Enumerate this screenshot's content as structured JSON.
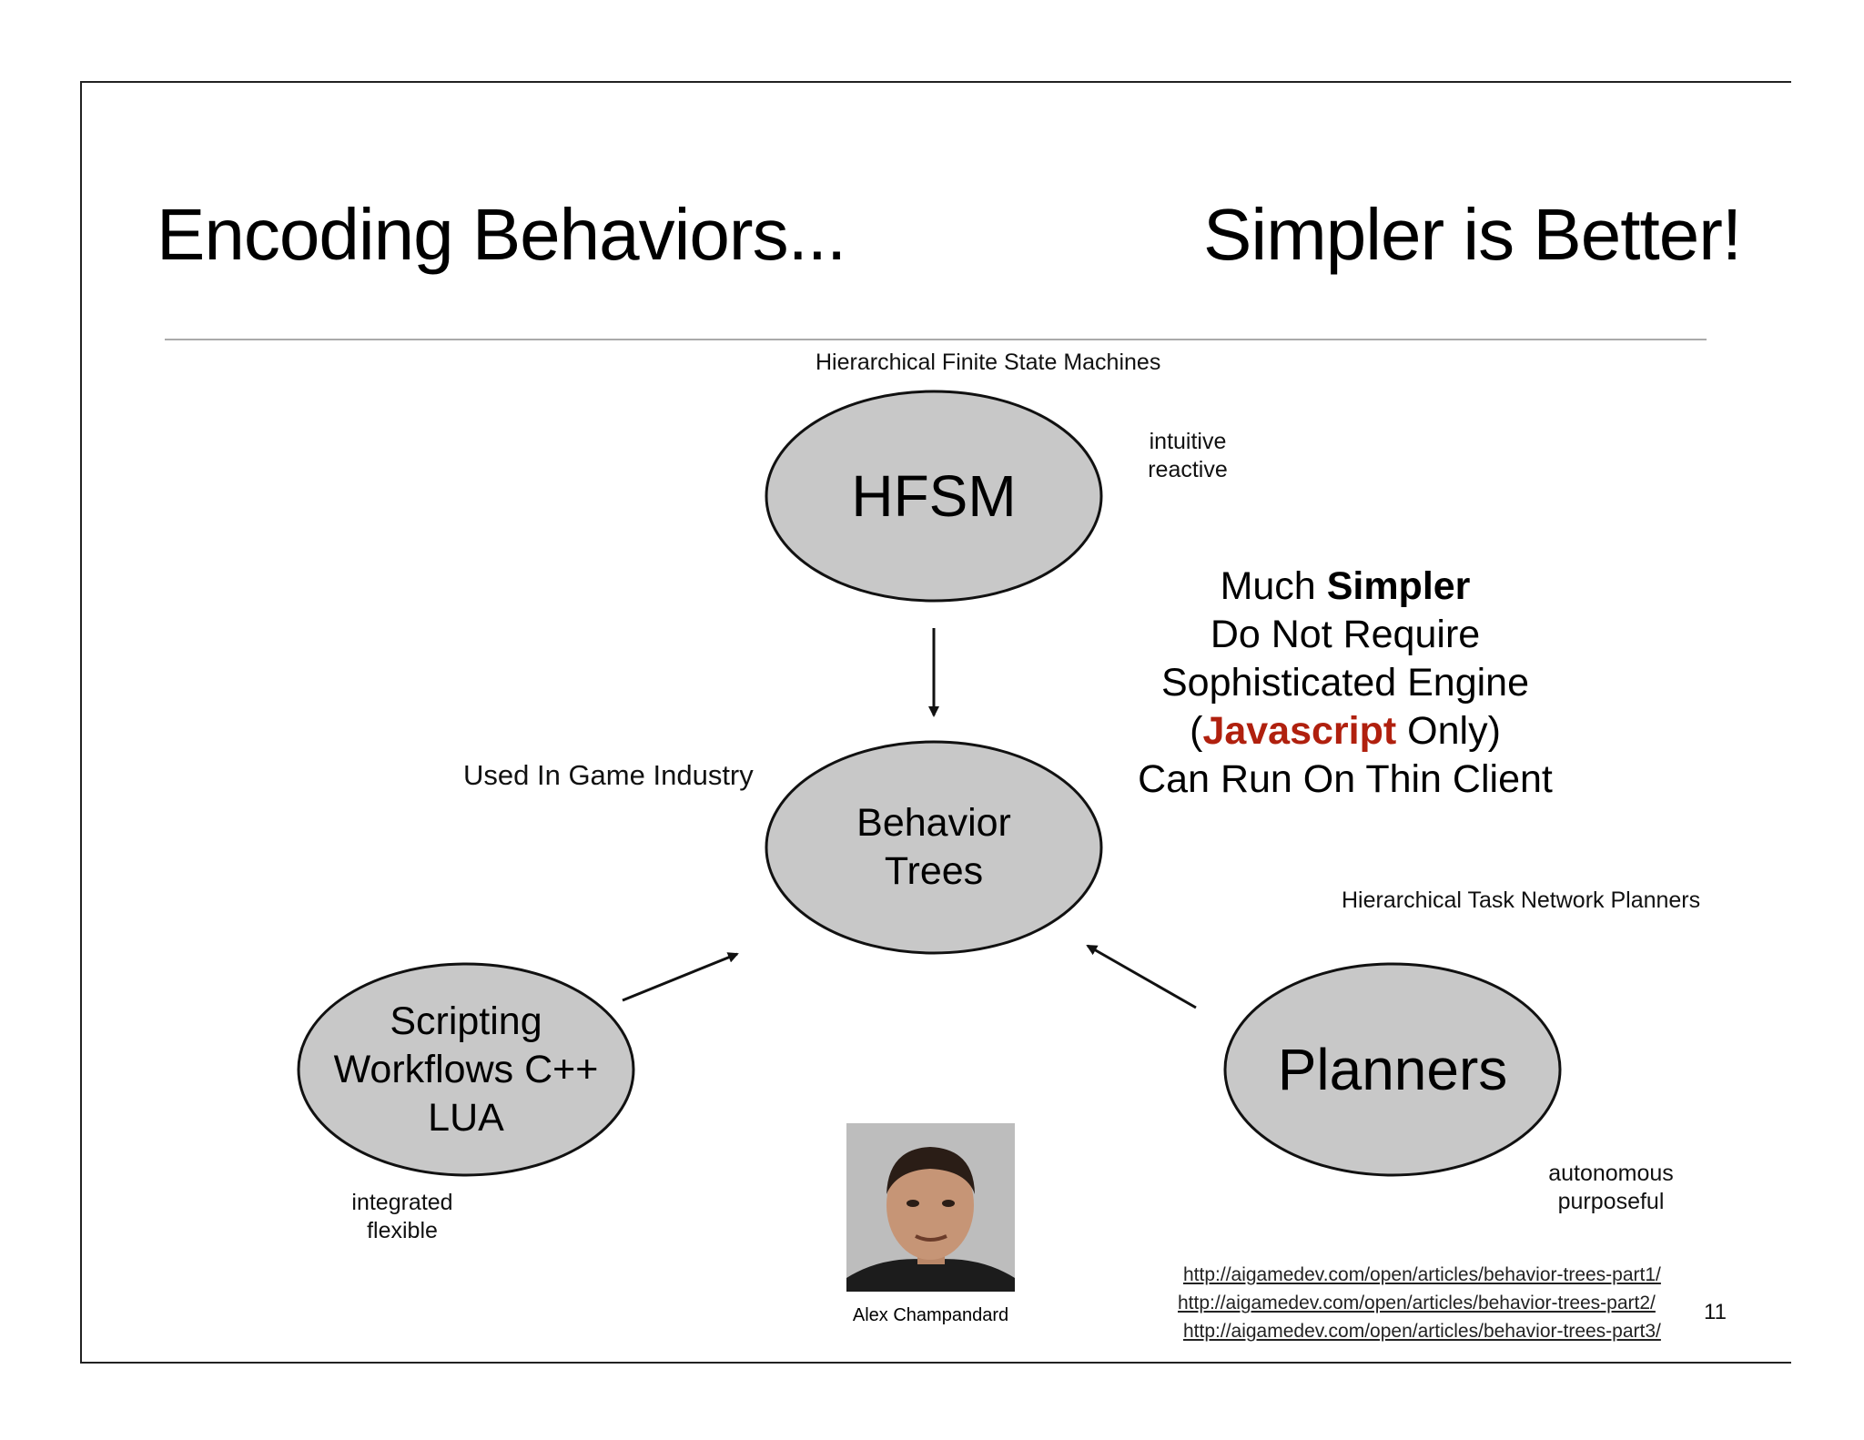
{
  "slide": {
    "title_left": "Encoding Behaviors...",
    "title_right": "Simpler is Better!",
    "page_number": "11"
  },
  "diagram": {
    "hfsm": {
      "caption": "Hierarchical Finite State Machines",
      "label": "HFSM",
      "traits": [
        "intuitive",
        "reactive"
      ]
    },
    "behavior_trees": {
      "label_lines": [
        "Behavior",
        "Trees"
      ],
      "side_label": "Used In Game Industry"
    },
    "scripting": {
      "label_lines": [
        "Scripting",
        "Workflows C++",
        "LUA"
      ],
      "traits": [
        "integrated",
        "flexible"
      ]
    },
    "planners": {
      "caption": "Hierarchical Task Network Planners",
      "label": "Planners",
      "traits": [
        "autonomous",
        "purposeful"
      ]
    },
    "node_fill": "#c8c8c8",
    "node_stroke": "#111111"
  },
  "features": {
    "line1_prefix": "Much ",
    "line1_bold": "Simpler",
    "line2": "Do Not Require",
    "line3": "Sophisticated Engine",
    "line4_open": "(",
    "line4_red": "Javascript",
    "line4_rest": " Only)",
    "line5": "Can Run On Thin Client",
    "accent_color": "#b0200e"
  },
  "person": {
    "name": "Alex Champandard"
  },
  "links": [
    "http://aigamedev.com/open/articles/behavior-trees-part1/",
    "http://aigamedev.com/open/articles/behavior-trees-part2/",
    "http://aigamedev.com/open/articles/behavior-trees-part3/"
  ]
}
